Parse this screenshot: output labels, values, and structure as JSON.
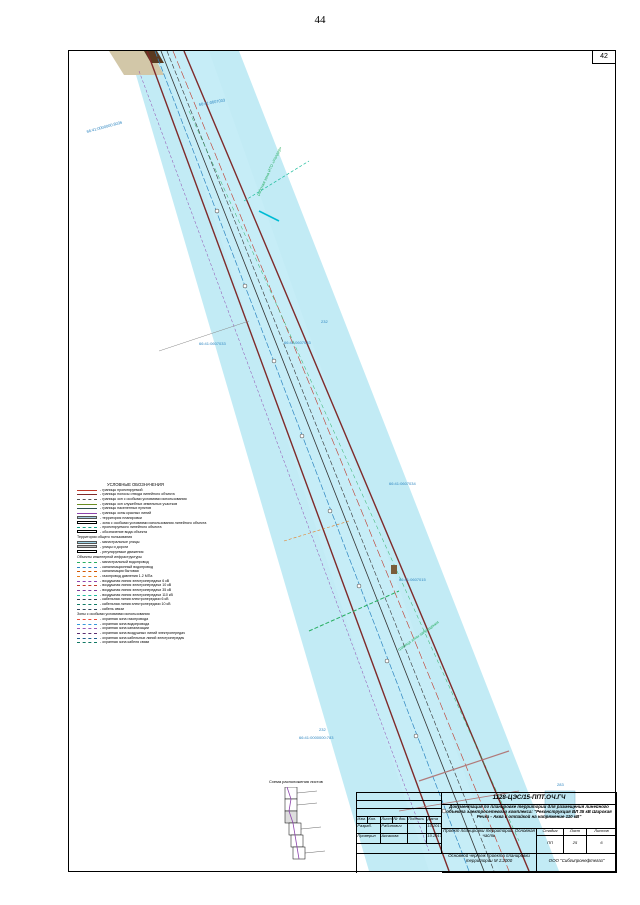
{
  "page": {
    "number": "44"
  },
  "sheet": {
    "number": "42"
  },
  "map": {
    "parcels": [
      "66:41:0000000:8036",
      "66:41:0607033",
      "66:41:0607033",
      "66:41:0607033",
      "66:41:0607034",
      "66:41:0607015",
      "66:41:0000000:783"
    ],
    "annotations": [
      "рабочая зона ИТО «Холдер»",
      "граница зоны запрещения",
      "232",
      "232",
      "283"
    ]
  },
  "legend": {
    "title": "УСЛОВНЫЕ ОБОЗНАЧЕНИЯ",
    "items": [
      {
        "color": "#c0392b",
        "style": "line",
        "text": "- границы проектируемой"
      },
      {
        "color": "#7f2a2a",
        "style": "line",
        "text": "- границы полосы отвода линейного объекта"
      },
      {
        "color": "#555555",
        "style": "dash",
        "text": "- границы зон с особыми условиями использования"
      },
      {
        "color": "#6b8e23",
        "style": "line",
        "text": "- границы зон служебных земельных участков"
      },
      {
        "color": "#2f4f4f",
        "style": "line",
        "text": "- границы населенных пунктов"
      },
      {
        "color": "#8e44ad",
        "style": "line",
        "text": "- границы зоны красных линий"
      },
      {
        "color": "#a9cce3",
        "style": "fill",
        "text": "- территория планировки"
      },
      {
        "color": "#ffffff",
        "style": "box",
        "text": "- зона с особыми условиями использования линейного объекта"
      },
      {
        "color": "#16a085",
        "style": "dash",
        "text": "- проектируемого линейного объекта"
      },
      {
        "color": "#000000",
        "style": "box",
        "text": "- обозначение вида объекта"
      }
    ],
    "section_1": "Территории общего пользования",
    "items_2": [
      {
        "color": "#9fd5e8",
        "style": "fill",
        "text": "- магистральные улицы"
      },
      {
        "color": "#bdbdbd",
        "style": "fill",
        "text": "- улицы и дороги"
      },
      {
        "color": "#ffffff",
        "style": "box",
        "text": "- регулируемые движения"
      }
    ],
    "section_2": "Объекты инженерной инфраструктуры",
    "items_3": [
      {
        "color": "#27ae60",
        "style": "dash",
        "text": "- магистральный водопровод"
      },
      {
        "color": "#2e86c1",
        "style": "dash",
        "text": "- канализационный водопровод"
      },
      {
        "color": "#d35400",
        "style": "dash",
        "text": "- канализация бытовая"
      },
      {
        "color": "#e67e22",
        "style": "dash",
        "text": "- газопровод давления 1.2 МПа"
      },
      {
        "color": "#8e44ad",
        "style": "dash",
        "text": "- воздушная линия электропередачи 6 кВ"
      },
      {
        "color": "#c0392b",
        "style": "dash",
        "text": "- воздушная линия электропередачи 10 кВ"
      },
      {
        "color": "#7d3c98",
        "style": "dash",
        "text": "- воздушная линия электропередачи 35 кВ"
      },
      {
        "color": "#1abc9c",
        "style": "dash",
        "text": "- воздушная линия электропередачи 110 кВ"
      },
      {
        "color": "#2c3e50",
        "style": "dash",
        "text": "- кабельная линия электропередачи 6 кВ"
      },
      {
        "color": "#117a65",
        "style": "dash",
        "text": "- кабельная линия электропередачи 10 кВ"
      },
      {
        "color": "#34495e",
        "style": "dash",
        "text": "- кабель связи"
      }
    ],
    "section_3": "Зоны с особыми условиями использования",
    "items_4": [
      {
        "color": "#e74c3c",
        "style": "dash",
        "text": "- охранная зона газопровода"
      },
      {
        "color": "#3498db",
        "style": "dash",
        "text": "- охранная зона водопровода"
      },
      {
        "color": "#9b59b6",
        "style": "dash",
        "text": "- охранная зона канализации"
      },
      {
        "color": "#5b2c6f",
        "style": "dash",
        "text": "- охранная зона воздушных линий электропередач"
      },
      {
        "color": "#1f618d",
        "style": "dash",
        "text": "- охранная зона кабельных линий электропередач"
      },
      {
        "color": "#117864",
        "style": "dash",
        "text": "- охранная зона кабеля связи"
      }
    ]
  },
  "schema": {
    "title": "Схема расположения листов"
  },
  "title_block": {
    "code": "1128-ЦЭС/15-ППТ.ОЧ.ГЧ",
    "description": "Документация по планировке территории для размещения линейного объекта электросетевого комплекса: \"Реконструкция ВЛ 35 кВ Широкая Речка - Аква с отпайкой на напряжение 110 кВ\"",
    "header": [
      "Изм.",
      "Кол. уч.",
      "Лист",
      "№ док.",
      "Подпись",
      "Дата"
    ],
    "rows": [
      {
        "role": "Разраб.",
        "name": "Рабинович",
        "date": "10.2017"
      },
      {
        "role": "Проверил",
        "name": "Аксакова",
        "date": "10.2017"
      }
    ],
    "section_name": "Проект планировки территории. Основная часть",
    "stage_label": "Стадия",
    "sheet_label": "Лист",
    "sheets_label": "Листов",
    "stage": "ПП",
    "sheet": "25",
    "sheets": "6",
    "drawing_name": "Основной чертеж проекта планировки территории М 1:2000",
    "organization": "ООО \"Сибгипронефтегаз\""
  }
}
